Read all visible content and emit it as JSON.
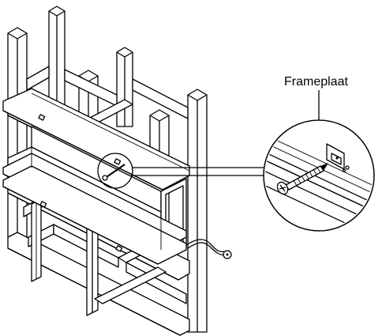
{
  "callout": {
    "label": "Frameplaat"
  },
  "icons": {
    "frame": "wooden-frame-drawing",
    "fireplace": "fireplace-insert-drawing",
    "detail": "screw-detail-magnifier"
  }
}
